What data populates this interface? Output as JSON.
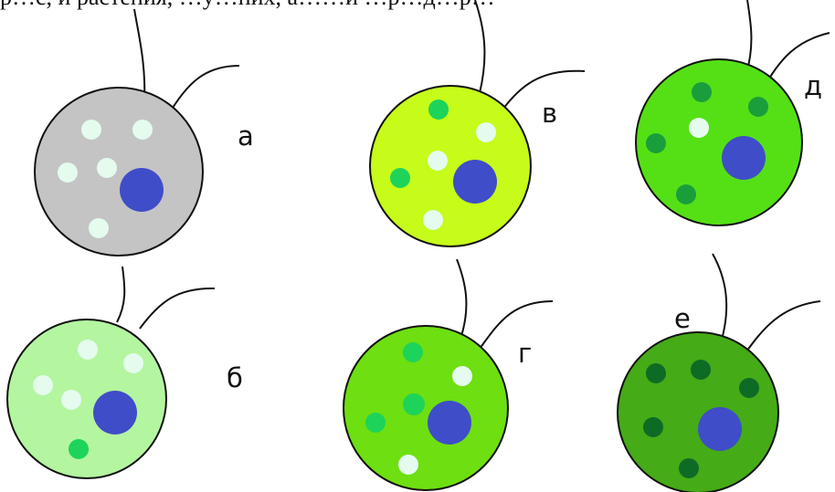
{
  "top_text": "р…с, и растения, …у…них, а……и …р…д…р…",
  "cells": [
    {
      "label": "а",
      "membrane_color": "#c4c4c4",
      "nucleus_color": "#3f4dc8"
    },
    {
      "label": "б",
      "membrane_color": "#b4f5a0",
      "nucleus_color": "#3f4dc8"
    },
    {
      "label": "в",
      "membrane_color": "#c6fb1a",
      "nucleus_color": "#3f4dc8"
    },
    {
      "label": "г",
      "membrane_color": "#6edf10",
      "nucleus_color": "#3f4dc8"
    },
    {
      "label": "д",
      "membrane_color": "#55e016",
      "nucleus_color": "#3f4dc8"
    },
    {
      "label": "е",
      "membrane_color": "#45ab17",
      "nucleus_color": "#3f4dc8"
    }
  ],
  "colors": {
    "white_grain": "#e4fbee",
    "light_green_grain": "#1ed35a",
    "mid_green_grain": "#1a9e3c",
    "dark_green_grain": "#0e6b25",
    "outline": "#111111"
  }
}
